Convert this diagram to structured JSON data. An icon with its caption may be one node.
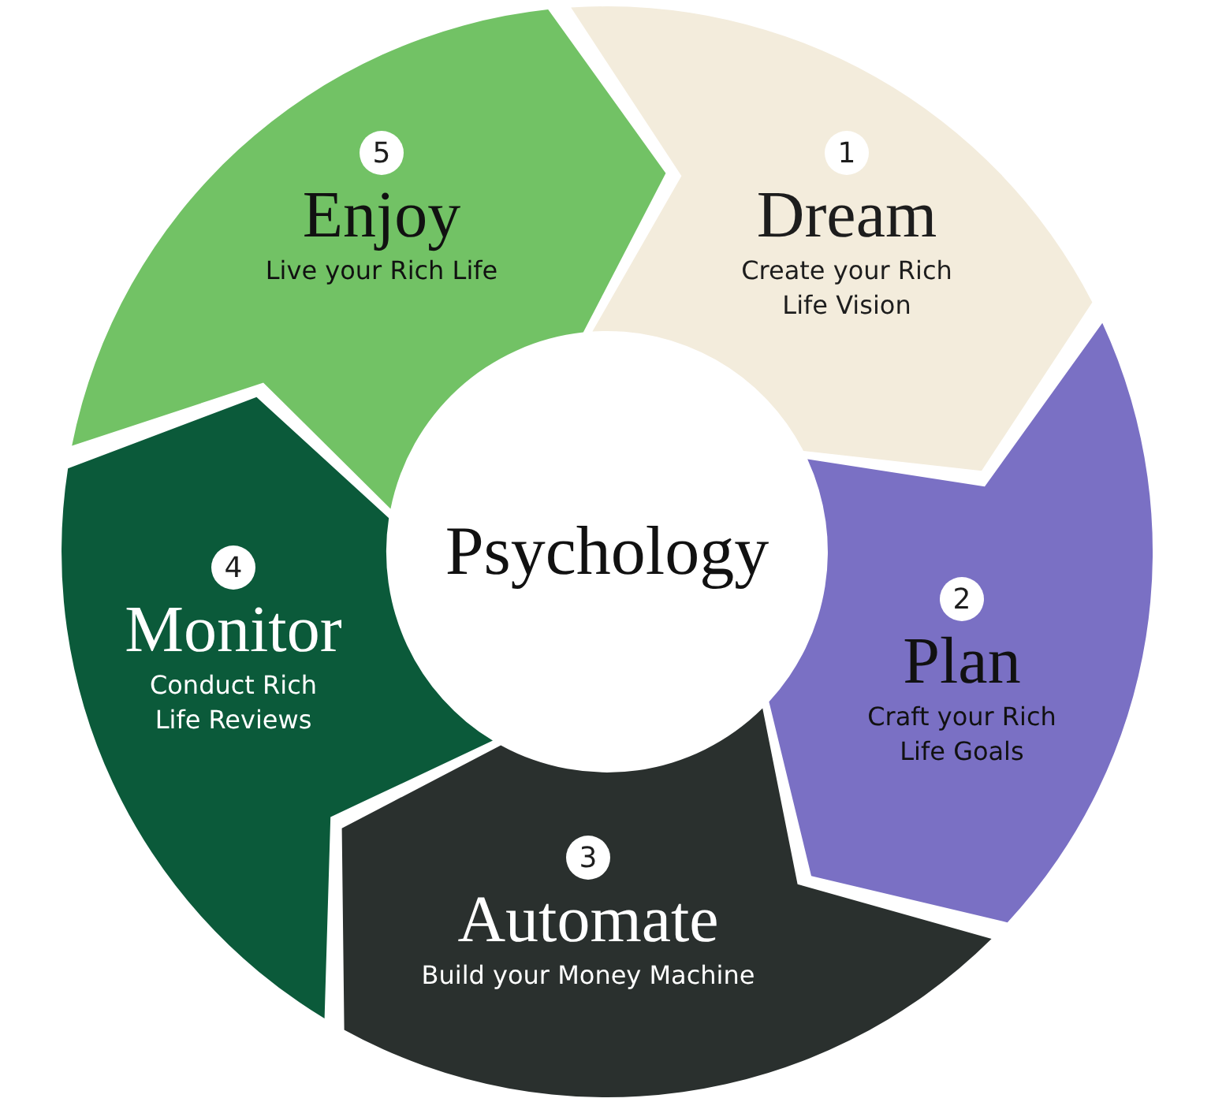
{
  "diagram": {
    "nodes": [
      {
        "text": [
          "1",
          "Dream",
          "Create your Rich Life Vision"
        ]
      },
      {
        "text": [
          "2",
          "Plan",
          "Craft your Rich Life Goals"
        ]
      },
      {
        "text": [
          "3",
          "Automate",
          "Build your Money Machine"
        ]
      },
      {
        "text": [
          "4",
          "Monitor",
          "Conduct Rich Life Reviews"
        ]
      },
      {
        "text": [
          "5",
          "Enjoy",
          "Live your Rich Life"
        ]
      },
      {
        "text": [
          "Psychology"
        ]
      }
    ]
  }
}
